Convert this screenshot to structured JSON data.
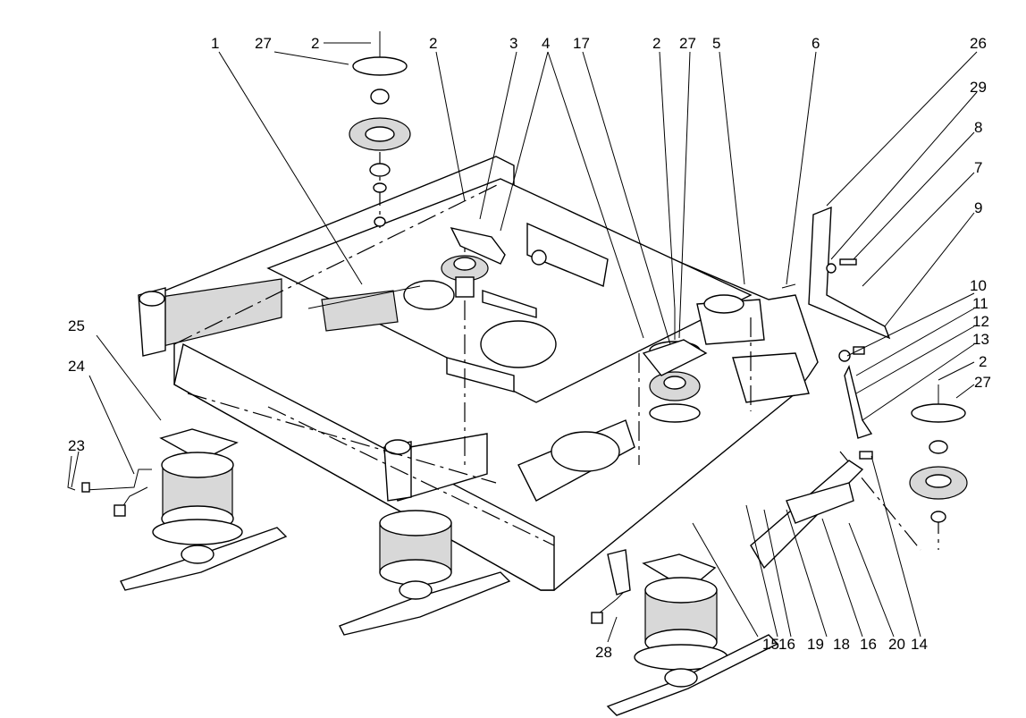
{
  "callouts": [
    {
      "id": "c1",
      "text": "1"
    },
    {
      "id": "c27a",
      "text": "27"
    },
    {
      "id": "c2a",
      "text": "2"
    },
    {
      "id": "c2b",
      "text": "2"
    },
    {
      "id": "c3",
      "text": "3"
    },
    {
      "id": "c4",
      "text": "4"
    },
    {
      "id": "c17",
      "text": "17"
    },
    {
      "id": "c2c",
      "text": "2"
    },
    {
      "id": "c27b",
      "text": "27"
    },
    {
      "id": "c5",
      "text": "5"
    },
    {
      "id": "c6",
      "text": "6"
    },
    {
      "id": "c26",
      "text": "26"
    },
    {
      "id": "c29",
      "text": "29"
    },
    {
      "id": "c8",
      "text": "8"
    },
    {
      "id": "c7",
      "text": "7"
    },
    {
      "id": "c9",
      "text": "9"
    },
    {
      "id": "c10",
      "text": "10"
    },
    {
      "id": "c11",
      "text": "11"
    },
    {
      "id": "c12",
      "text": "12"
    },
    {
      "id": "c13",
      "text": "13"
    },
    {
      "id": "c2d",
      "text": "2"
    },
    {
      "id": "c27c",
      "text": "27"
    },
    {
      "id": "c25",
      "text": "25"
    },
    {
      "id": "c24",
      "text": "24"
    },
    {
      "id": "c23",
      "text": "23"
    },
    {
      "id": "c28",
      "text": "28"
    },
    {
      "id": "c15",
      "text": "15"
    },
    {
      "id": "c16a",
      "text": "16"
    },
    {
      "id": "c19",
      "text": "19"
    },
    {
      "id": "c18",
      "text": "18"
    },
    {
      "id": "c16b",
      "text": "16"
    },
    {
      "id": "c20",
      "text": "20"
    },
    {
      "id": "c14",
      "text": "14"
    }
  ]
}
